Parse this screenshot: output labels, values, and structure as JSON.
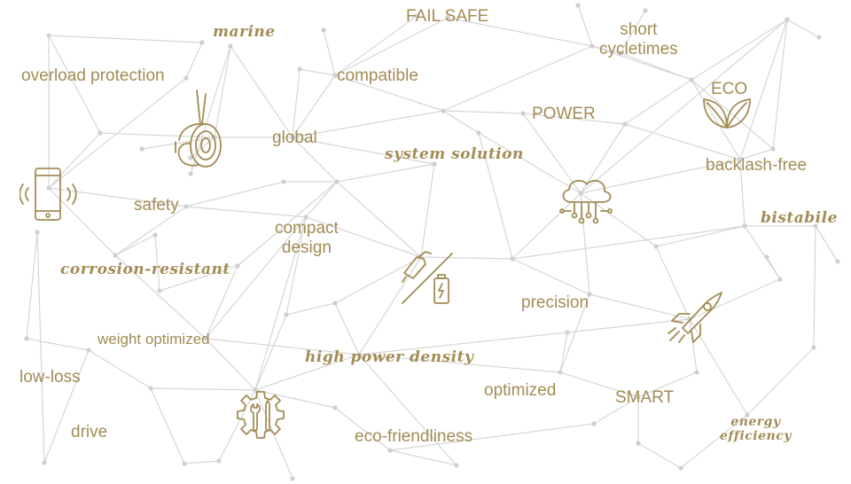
{
  "colors": {
    "accent": "#a38c55",
    "lines": "#d6d6d6",
    "background": "#ffffff"
  },
  "terms": {
    "marine": "marine",
    "fail_safe": "FAIL SAFE",
    "short_cycletimes_1": "short",
    "short_cycletimes_2": "cycletimes",
    "overload_protection": "overload protection",
    "compatible": "compatible",
    "eco": "ECO",
    "power": "POWER",
    "global": "global",
    "system_solution": "system solution",
    "backlash_free": "backlash-free",
    "safety": "safety",
    "bistabile": "bistabile",
    "compact_design_1": "compact",
    "compact_design_2": "design",
    "corrosion_resistant": "corrosion-resistant",
    "precision": "precision",
    "weight_optimized": "weight optimized",
    "high_power_density": "high power density",
    "low_loss": "low-loss",
    "optimized": "optimized",
    "smart": "SMART",
    "drive": "drive",
    "eco_friendliness": "eco-friendliness",
    "energy_efficiency_1": "energy",
    "energy_efficiency_2": "efficiency"
  },
  "icons": [
    "brake-device-icon",
    "smartphone-icon",
    "eco-leaves-icon",
    "cloud-network-icon",
    "charging-battery-icon",
    "rocket-icon",
    "gear-wrench-icon"
  ]
}
